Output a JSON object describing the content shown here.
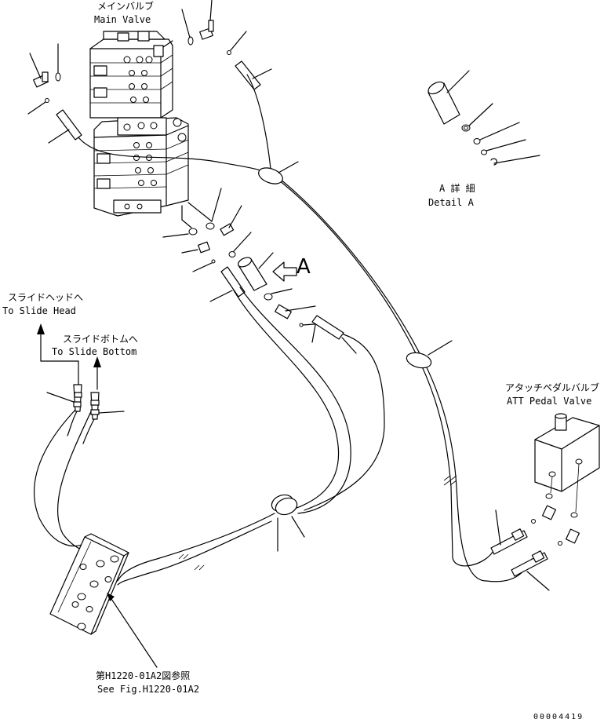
{
  "labels": {
    "main_valve_jp": "メインバルブ",
    "main_valve_en": "Main Valve",
    "detail_jp": "A 詳 細",
    "detail_en": "Detail A",
    "view_arrow_letter": "A",
    "slide_head_jp": "スライドヘッドへ",
    "slide_head_en": "To Slide Head",
    "slide_bottom_jp": "スライドボトムへ",
    "slide_bottom_en": "To Slide Bottom",
    "att_pedal_jp": "アタッチペダルバルブ",
    "att_pedal_en": "ATT Pedal Valve",
    "see_fig_jp": "第H1220-01A2図参照",
    "see_fig_en": "See Fig.H1220-01A2",
    "drawing_number": "00004419"
  }
}
